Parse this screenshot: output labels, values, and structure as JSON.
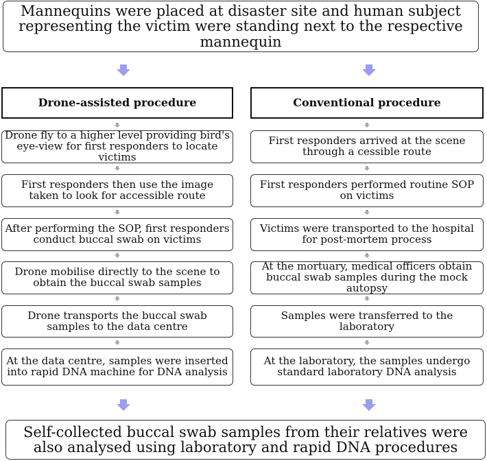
{
  "top_box": "Mannequins were placed at disaster site and human subject representing the victim were standing next to the respective mannequin",
  "left": {
    "title": "Drone-assisted procedure",
    "steps": [
      "Drone fly to a higher level providing bird's eye-view for first responders to locate victims",
      "First responders then use the image taken to look for accessible route",
      "After performing the SOP, first responders  conduct buccal swab on victims",
      "Drone mobilise directly to the scene to obtain the buccal swab samples",
      "Drone transports the buccal swab samples to  the data centre",
      "At the data centre, samples were inserted into rapid DNA machine for DNA analysis"
    ]
  },
  "right": {
    "title": "Conventional procedure",
    "steps": [
      "First responders arrived at the scene through a  cessible route",
      "First responders performed routine SOP on victims",
      "Victims were transported to the hospital for post-mortem process",
      "At the mortuary, medical officers obtain buccal swab samples during the mock autopsy",
      "Samples were transferred to the laboratory",
      "At the laboratory, the samples undergo standard laboratory DNA analysis"
    ]
  },
  "bottom_box": "Self-collected buccal swab samples from their relatives were also analysed using laboratory and rapid DNA procedures",
  "colors": {
    "big_arrow": "#9c9cf2",
    "small_arrow": "#a8a8a8",
    "border": "#333333"
  }
}
